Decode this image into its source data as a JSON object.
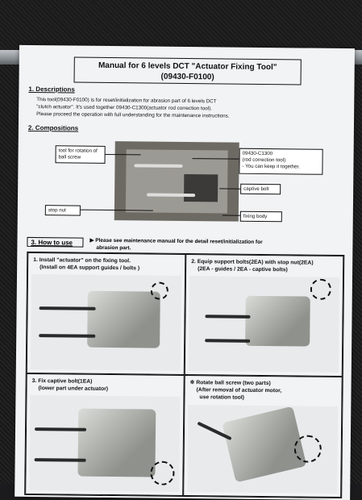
{
  "document": {
    "title_line1": "Manual for 6 levels DCT  \"Actuator Fixing Tool\"",
    "title_line2": "(09430-F0100)",
    "sections": {
      "descriptions": {
        "heading": "1. Descriptions",
        "lines": [
          "This tool(09430-F0100) is for reset/initialization for abrasion part of 6 levels DCT",
          "\"clutch actuator\". It's used together 09430-C1300(actuator rod correction tool).",
          "Please proceed the operation with full understanding for the maintenance instructions."
        ]
      },
      "compositions": {
        "heading": "2. Compositions",
        "labels": {
          "rotation_tool": "tool for rotation of ball screw",
          "stop_nut": "stop nut",
          "correction_tool_l1": "09430-C1300",
          "correction_tool_l2": "(rod correction tool)",
          "correction_tool_l3": "- You can keep it together.",
          "captive_bolt": "captive bolt",
          "fixing_body": "fixing body"
        }
      },
      "how_to_use": {
        "heading": "3. How to use",
        "note_line1": "▶ Please see maintenance manual for the detail reset/initialization for",
        "note_line2": "abrasion part.",
        "steps": [
          {
            "line1": "1. Install \"actuator\" on the fixing tool.",
            "line2": "(Install on 4EA support guides / bolts )"
          },
          {
            "line1": "2. Equip support bolts(2EA) with stop nut(2EA)",
            "line2": "(2EA - guides / 2EA - captive bolts)"
          },
          {
            "line1": "3. Fix captive bolt(1EA)",
            "line2": "(lower part under actuator)"
          },
          {
            "line1": "※ Rotate ball screw (two parts)",
            "line2": "(After removal of actuator motor,",
            "line3": "use rotation tool)"
          }
        ]
      }
    }
  }
}
